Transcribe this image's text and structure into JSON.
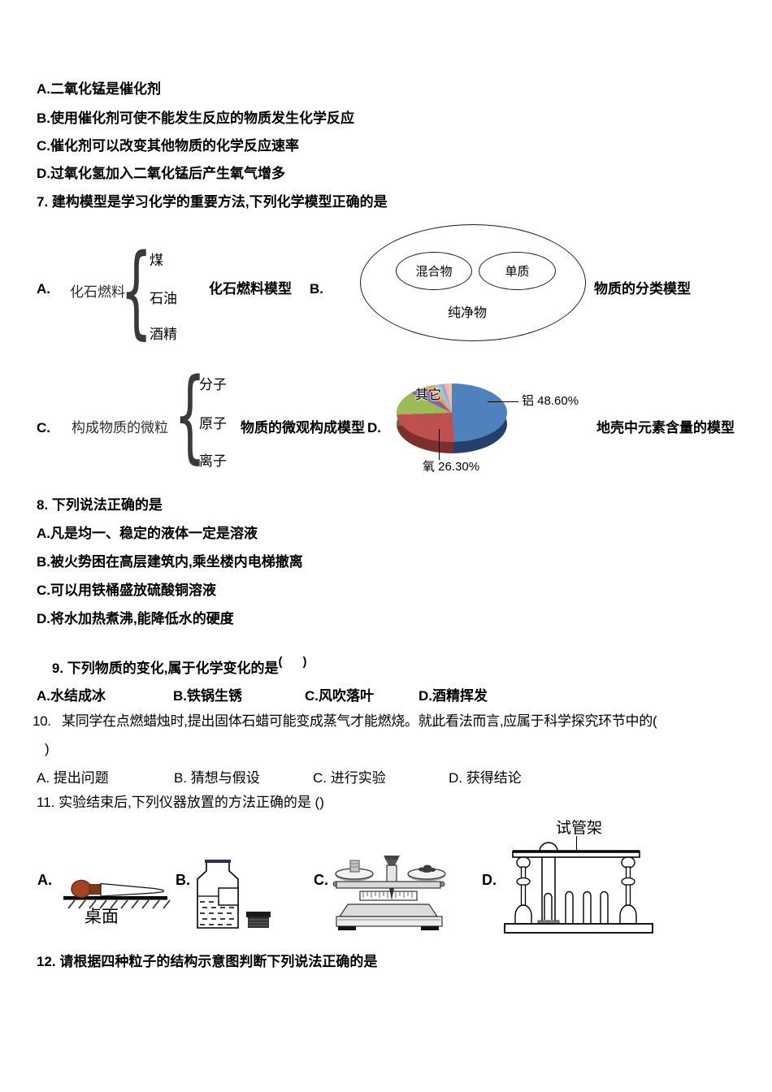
{
  "q6": {
    "options": [
      "A.二氧化锰是催化剂",
      "B.使用催化剂可使不能发生反应的物质发生化学反应",
      "C.催化剂可以改变其他物质的化学反应速率",
      "D.过氧化氢加入二氧化锰后产生氧气增多"
    ]
  },
  "q7": {
    "stem": "7. 建构模型是学习化学的重要方法,下列化学模型正确的是",
    "a": {
      "label": "A.",
      "subject": "化石燃料",
      "brace": "{",
      "items": [
        "煤",
        "石油",
        "酒精"
      ],
      "caption": "化石燃料模型"
    },
    "b": {
      "label": "B.",
      "inner_left": "混合物",
      "inner_right": "单质",
      "outer": "纯净物",
      "caption": "物质的分类模型"
    },
    "c": {
      "label": "C.",
      "subject": "构成物质的微粒",
      "brace": "{",
      "items": [
        "分子",
        "原子",
        "离子"
      ],
      "caption": "物质的微观构成模型"
    },
    "d": {
      "label": "D.",
      "caption": "地壳中元素含量的模型",
      "pie_other": "其它",
      "pie_al": "铝 48.60%",
      "pie_o": "氧 26.30%"
    }
  },
  "q8": {
    "stem": "8. 下列说法正确的是",
    "options": [
      "A.凡是均一、稳定的液体一定是溶液",
      "B.被火势困在高层建筑内,乘坐楼内电梯撤离",
      "C.可以用铁桶盛放硫酸铜溶液",
      "D.将水加热煮沸,能降低水的硬度"
    ]
  },
  "q9": {
    "stem": "9. 下列物质的变化,属于化学变化的是",
    "sup": "(      )",
    "options": [
      "A.水结成冰",
      "B.铁锅生锈",
      "C.风吹落叶",
      "D.酒精挥发"
    ]
  },
  "q10": {
    "line1": "10.   某同学在点燃蜡烛时,提出固体石蜡可能变成蒸气才能燃烧。就此看法而言,应属于科学探究环节中的(",
    "line2": ")",
    "options": [
      "A. 提出问题",
      "B. 猜想与假设",
      "C. 进行实验",
      "D. 获得结论"
    ]
  },
  "q11": {
    "stem": "11. 实验结束后,下列仪器放置的方法正确的是 ()"
  },
  "q12": {
    "stem": "12. 请根据四种粒子的结构示意图判断下列说法正确的是"
  },
  "figures": {
    "a_label": "A.",
    "b_label": "B.",
    "c_label": "C.",
    "d_label": "D.",
    "desk": "桌面",
    "rack": "试管架"
  },
  "chart_data": {
    "type": "pie",
    "title": "地壳中元素含量的模型",
    "labels": [
      "铝",
      "氧",
      "其它"
    ],
    "values": [
      48.6,
      26.3,
      25.1
    ],
    "data_labels": [
      "铝 48.60%",
      "氧 26.30%",
      "其它"
    ],
    "style": "3D pie, 其它 rendered as several small slices",
    "slice_colors": [
      "#4f81bd",
      "#c0504d",
      "#9bbb59",
      "#8064a2",
      "#f79646",
      "#92cddc",
      "#b3a2c7",
      "#e6b9b8",
      "#fac08f"
    ]
  }
}
